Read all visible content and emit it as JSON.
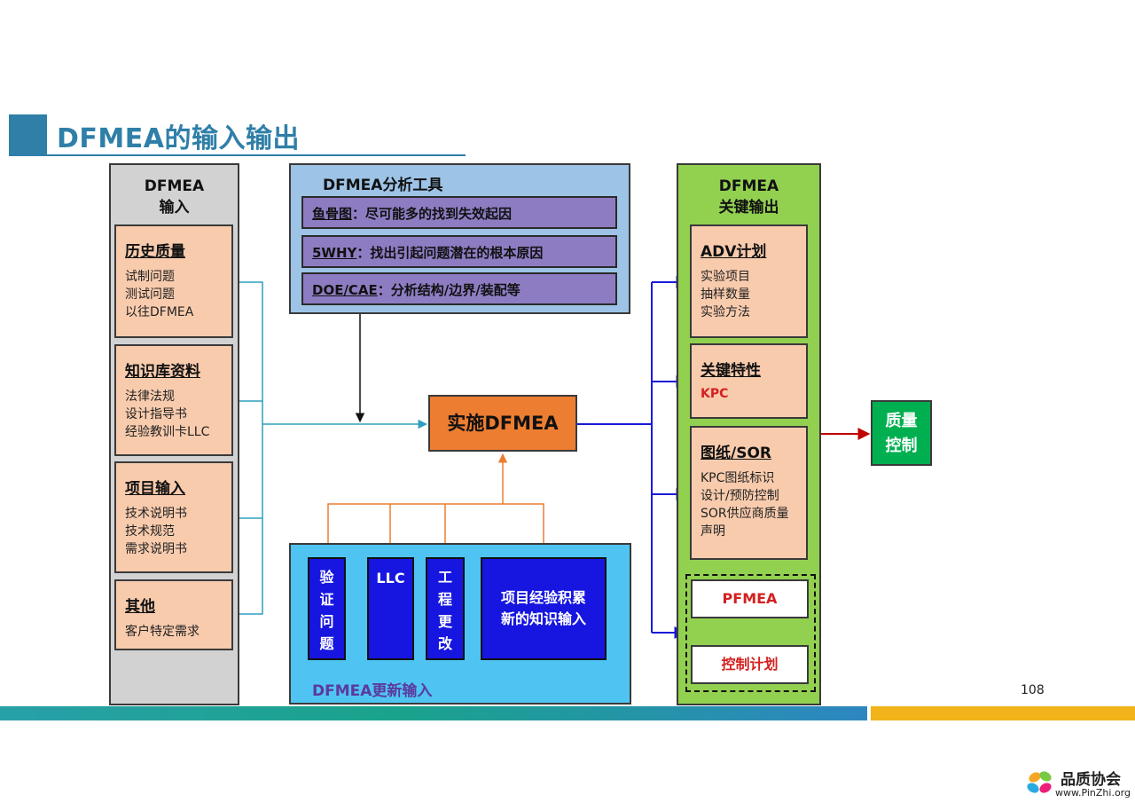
{
  "title": "DFMEA的输入输出",
  "input_column": {
    "heading": [
      "DFMEA",
      "输入"
    ],
    "boxes": [
      {
        "title": "历史质量",
        "lines": [
          "试制问题",
          "测试问题",
          "以往DFMEA"
        ]
      },
      {
        "title": "知识库资料",
        "lines": [
          "法律法规",
          "设计指导书",
          "经验教训卡LLC"
        ]
      },
      {
        "title": "项目输入",
        "lines": [
          "技术说明书",
          "技术规范",
          "需求说明书"
        ]
      },
      {
        "title": "其他",
        "lines": [
          "客户特定需求"
        ]
      }
    ]
  },
  "tools": {
    "heading": "DFMEA分析工具",
    "rows": [
      {
        "key": "鱼骨图",
        "text": "：尽可能多的找到失效起因"
      },
      {
        "key": "5WHY",
        "text": "：找出引起问题潜在的根本原因"
      },
      {
        "key": "DOE/CAE",
        "text": "：分析结构/边界/装配等"
      }
    ]
  },
  "center": {
    "label": "实施DFMEA"
  },
  "update": {
    "footer": "DFMEA更新输入",
    "boxes": [
      {
        "lines": [
          "验",
          "证",
          "问",
          "题"
        ]
      },
      {
        "lines": [
          "LLC"
        ]
      },
      {
        "lines": [
          "工",
          "程",
          "更",
          "改"
        ]
      },
      {
        "lines": [
          "项目经验积累",
          "新的知识输入"
        ]
      }
    ]
  },
  "output_column": {
    "heading": [
      "DFMEA",
      "关键输出"
    ],
    "boxes": [
      {
        "title": "ADV计划",
        "lines": [
          "实验项目",
          "抽样数量",
          "实验方法"
        ]
      },
      {
        "title": "关键特性",
        "red": "KPC"
      },
      {
        "title": "图纸/SOR",
        "lines": [
          "KPC图纸标识",
          "设计/预防控制",
          "SOR供应商质量",
          "声明"
        ]
      }
    ],
    "pfmea": "PFMEA",
    "control_plan": "控制计划"
  },
  "quality": [
    "质量",
    "控制"
  ],
  "page_number": "108",
  "logo": {
    "name": "品质协会",
    "url": "www.PinZhi.org"
  },
  "colors": {
    "title": "#2f7fa8",
    "input_bg": "#d3d2d2",
    "peach": "#f8cbad",
    "tools_bg": "#9dc3e6",
    "tool_row": "#8e7cc3",
    "center": "#ed7d31",
    "update_bg": "#4fc4f2",
    "update_box": "#1616e0",
    "output_bg": "#92d050",
    "quality": "#00b050",
    "connector_teal": "#2e9fc0",
    "connector_blue": "#1a1ad8",
    "connector_orange": "#ed7d31",
    "connector_red": "#c00000"
  }
}
